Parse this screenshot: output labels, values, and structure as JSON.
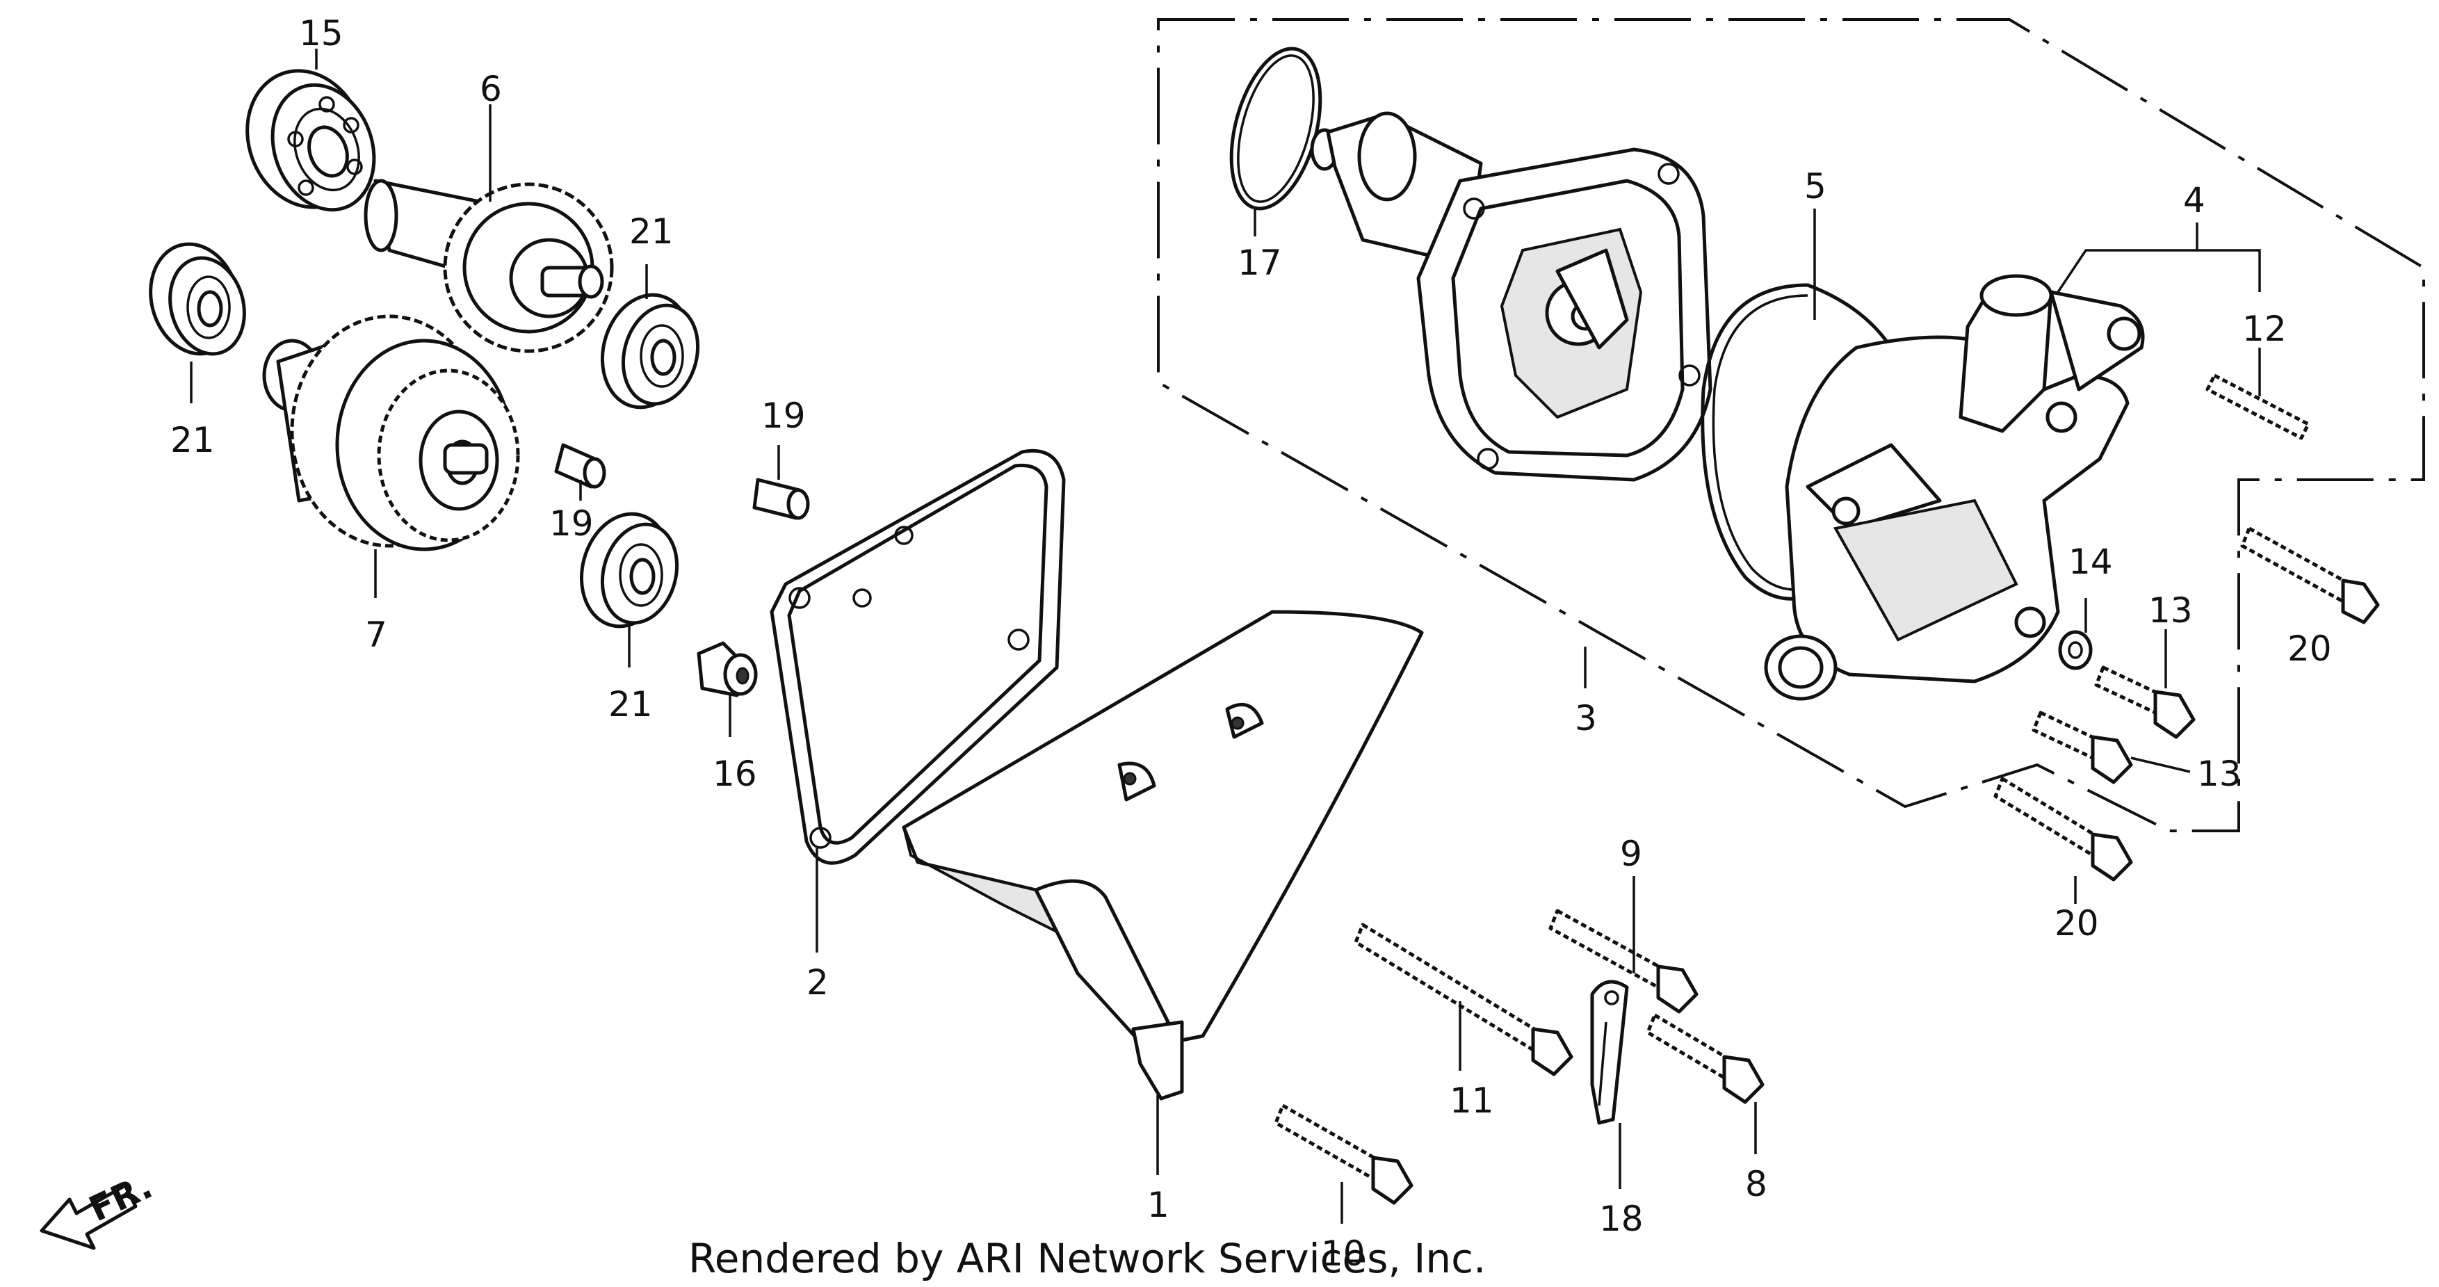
{
  "callouts": [
    {
      "id": "c15",
      "text": "15"
    },
    {
      "id": "c6",
      "text": "6"
    },
    {
      "id": "c21a",
      "text": "21"
    },
    {
      "id": "c21b",
      "text": "21"
    },
    {
      "id": "c21c",
      "text": "21"
    },
    {
      "id": "c7",
      "text": "7"
    },
    {
      "id": "c19a",
      "text": "19"
    },
    {
      "id": "c19b",
      "text": "19"
    },
    {
      "id": "c16",
      "text": "16"
    },
    {
      "id": "c2",
      "text": "2"
    },
    {
      "id": "c1",
      "text": "1"
    },
    {
      "id": "c10",
      "text": "10"
    },
    {
      "id": "c11",
      "text": "11"
    },
    {
      "id": "c18",
      "text": "18"
    },
    {
      "id": "c8",
      "text": "8"
    },
    {
      "id": "c9",
      "text": "9"
    },
    {
      "id": "c17",
      "text": "17"
    },
    {
      "id": "c5",
      "text": "5"
    },
    {
      "id": "c3",
      "text": "3"
    },
    {
      "id": "c4",
      "text": "4"
    },
    {
      "id": "c12",
      "text": "12"
    },
    {
      "id": "c14",
      "text": "14"
    },
    {
      "id": "c13a",
      "text": "13"
    },
    {
      "id": "c13b",
      "text": "13"
    },
    {
      "id": "c20a",
      "text": "20"
    },
    {
      "id": "c20b",
      "text": "20"
    }
  ],
  "credit": "Rendered by ARI Network Services, Inc.",
  "direction_label": "FR."
}
